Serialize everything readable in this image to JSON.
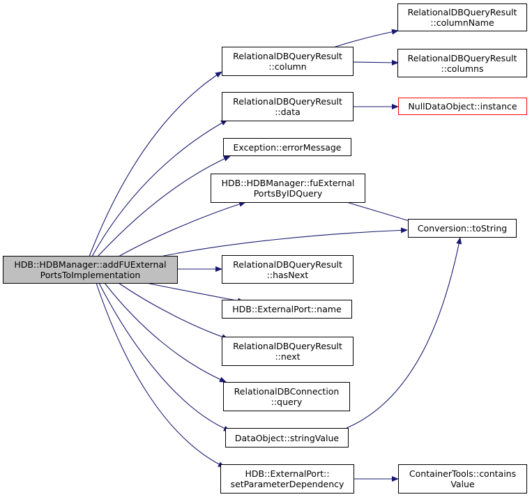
{
  "colors": {
    "edge": "#191970",
    "node_border": "#000000",
    "root_fill": "#bfbfbf",
    "highlight_border": "#ff0000"
  },
  "nodes": {
    "root": {
      "line1": "HDB::HDBManager::addFUExternal",
      "line2": "PortsToImplementation"
    },
    "column_name": {
      "line1": "RelationalDBQueryResult",
      "line2": "::columnName"
    },
    "column": {
      "line1": "RelationalDBQueryResult",
      "line2": "::column"
    },
    "columns": {
      "line1": "RelationalDBQueryResult",
      "line2": "::columns"
    },
    "data": {
      "line1": "RelationalDBQueryResult",
      "line2": "::data"
    },
    "null_instance": {
      "line1": "NullDataObject::instance"
    },
    "error_message": {
      "line1": "Exception::errorMessage"
    },
    "fu_external": {
      "line1": "HDB::HDBManager::fuExternal",
      "line2": "PortsByIDQuery"
    },
    "to_string": {
      "line1": "Conversion::toString"
    },
    "has_next": {
      "line1": "RelationalDBQueryResult",
      "line2": "::hasNext"
    },
    "port_name": {
      "line1": "HDB::ExternalPort::name"
    },
    "next": {
      "line1": "RelationalDBQueryResult",
      "line2": "::next"
    },
    "query": {
      "line1": "RelationalDBConnection",
      "line2": "::query"
    },
    "string_value": {
      "line1": "DataObject::stringValue"
    },
    "set_param": {
      "line1": "HDB::ExternalPort::",
      "line2": "setParameterDependency"
    },
    "contains": {
      "line1": "ContainerTools::contains",
      "line2": "Value"
    }
  }
}
